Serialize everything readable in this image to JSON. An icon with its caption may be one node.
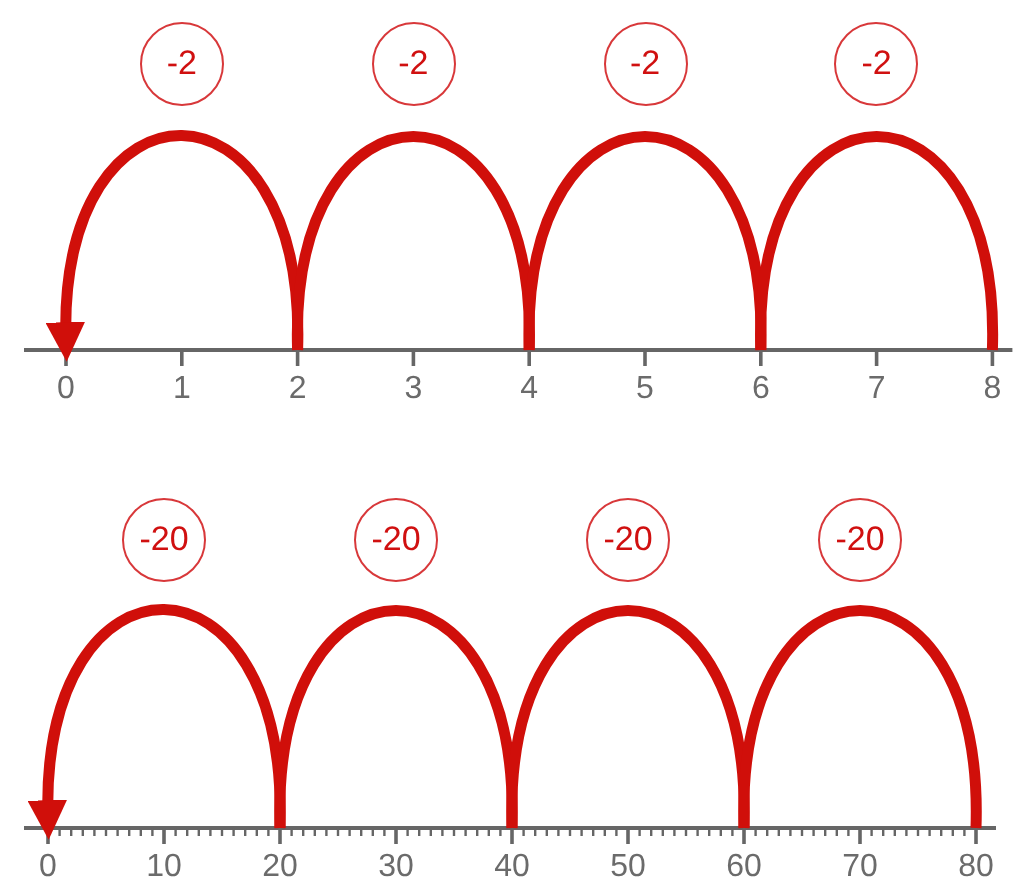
{
  "diagram": {
    "nodes": [
      {
        "text": [
          "0"
        ]
      },
      {
        "text": [
          "2"
        ]
      },
      {
        "text": [
          "4"
        ]
      },
      {
        "text": [
          "6"
        ]
      },
      {
        "text": [
          "8"
        ]
      },
      {
        "text": [
          "0"
        ]
      },
      {
        "text": [
          "20"
        ]
      },
      {
        "text": [
          "40"
        ]
      },
      {
        "text": [
          "60"
        ]
      },
      {
        "text": [
          "80"
        ]
      }
    ],
    "edges": [
      {
        "from": 1,
        "to": 0,
        "arrow": "to",
        "label": "-2"
      },
      {
        "from": 2,
        "to": 1,
        "arrow": "none",
        "label": "-2"
      },
      {
        "from": 3,
        "to": 2,
        "arrow": "none",
        "label": "-2"
      },
      {
        "from": 4,
        "to": 3,
        "arrow": "none",
        "label": "-2"
      },
      {
        "from": 6,
        "to": 5,
        "arrow": "to",
        "label": "-20"
      },
      {
        "from": 7,
        "to": 6,
        "arrow": "none",
        "label": "-20"
      },
      {
        "from": 8,
        "to": 7,
        "arrow": "none",
        "label": "-20"
      },
      {
        "from": 9,
        "to": 8,
        "arrow": "none",
        "label": "-20"
      }
    ],
    "labels": [
      "1",
      "3",
      "5",
      "7",
      "10",
      "30",
      "50",
      "70"
    ]
  }
}
